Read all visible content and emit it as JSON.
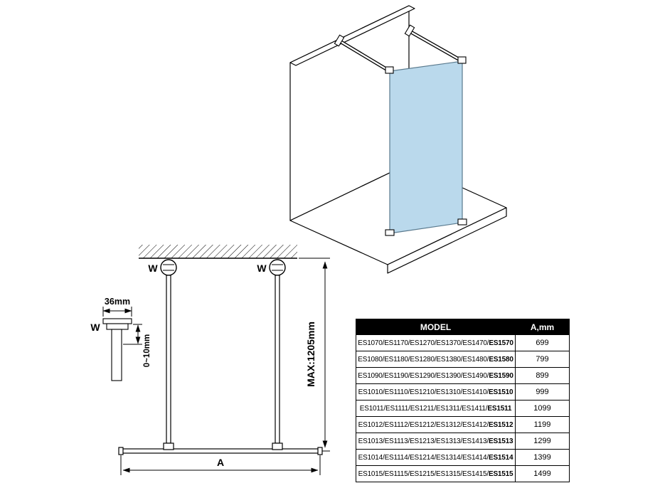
{
  "canvas": {
    "background": "#ffffff",
    "line_color": "#000000",
    "glass_color": "#bad9ec"
  },
  "plan_view": {
    "mount_left_label": "W",
    "mount_right_label": "W",
    "bracket_label": "W",
    "bracket_width": "36mm",
    "adjust_range": "0~10mm",
    "bar_max_length": "MAX:1205mm",
    "glass_width_label": "A"
  },
  "table": {
    "header": {
      "model": "MODEL",
      "a": "A,mm"
    },
    "rows": [
      {
        "models": "ES1070/ES1170/ES1270/ES1370/ES1470/",
        "last": "ES1570",
        "a": "699"
      },
      {
        "models": "ES1080/ES1180/ES1280/ES1380/ES1480/",
        "last": "ES1580",
        "a": "799"
      },
      {
        "models": "ES1090/ES1190/ES1290/ES1390/ES1490/",
        "last": "ES1590",
        "a": "899"
      },
      {
        "models": "ES1010/ES1110/ES1210/ES1310/ES1410/",
        "last": "ES1510",
        "a": "999"
      },
      {
        "models": "ES1011/ES1111/ES1211/ES1311/ES1411/",
        "last": "ES1511",
        "a": "1099"
      },
      {
        "models": "ES1012/ES1112/ES1212/ES1312/ES1412/",
        "last": "ES1512",
        "a": "1199"
      },
      {
        "models": "ES1013/ES1113/ES1213/ES1313/ES1413/",
        "last": "ES1513",
        "a": "1299"
      },
      {
        "models": "ES1014/ES1114/ES1214/ES1314/ES1414/",
        "last": "ES1514",
        "a": "1399"
      },
      {
        "models": "ES1015/ES1115/ES1215/ES1315/ES1415/",
        "last": "ES1515",
        "a": "1499"
      }
    ]
  }
}
